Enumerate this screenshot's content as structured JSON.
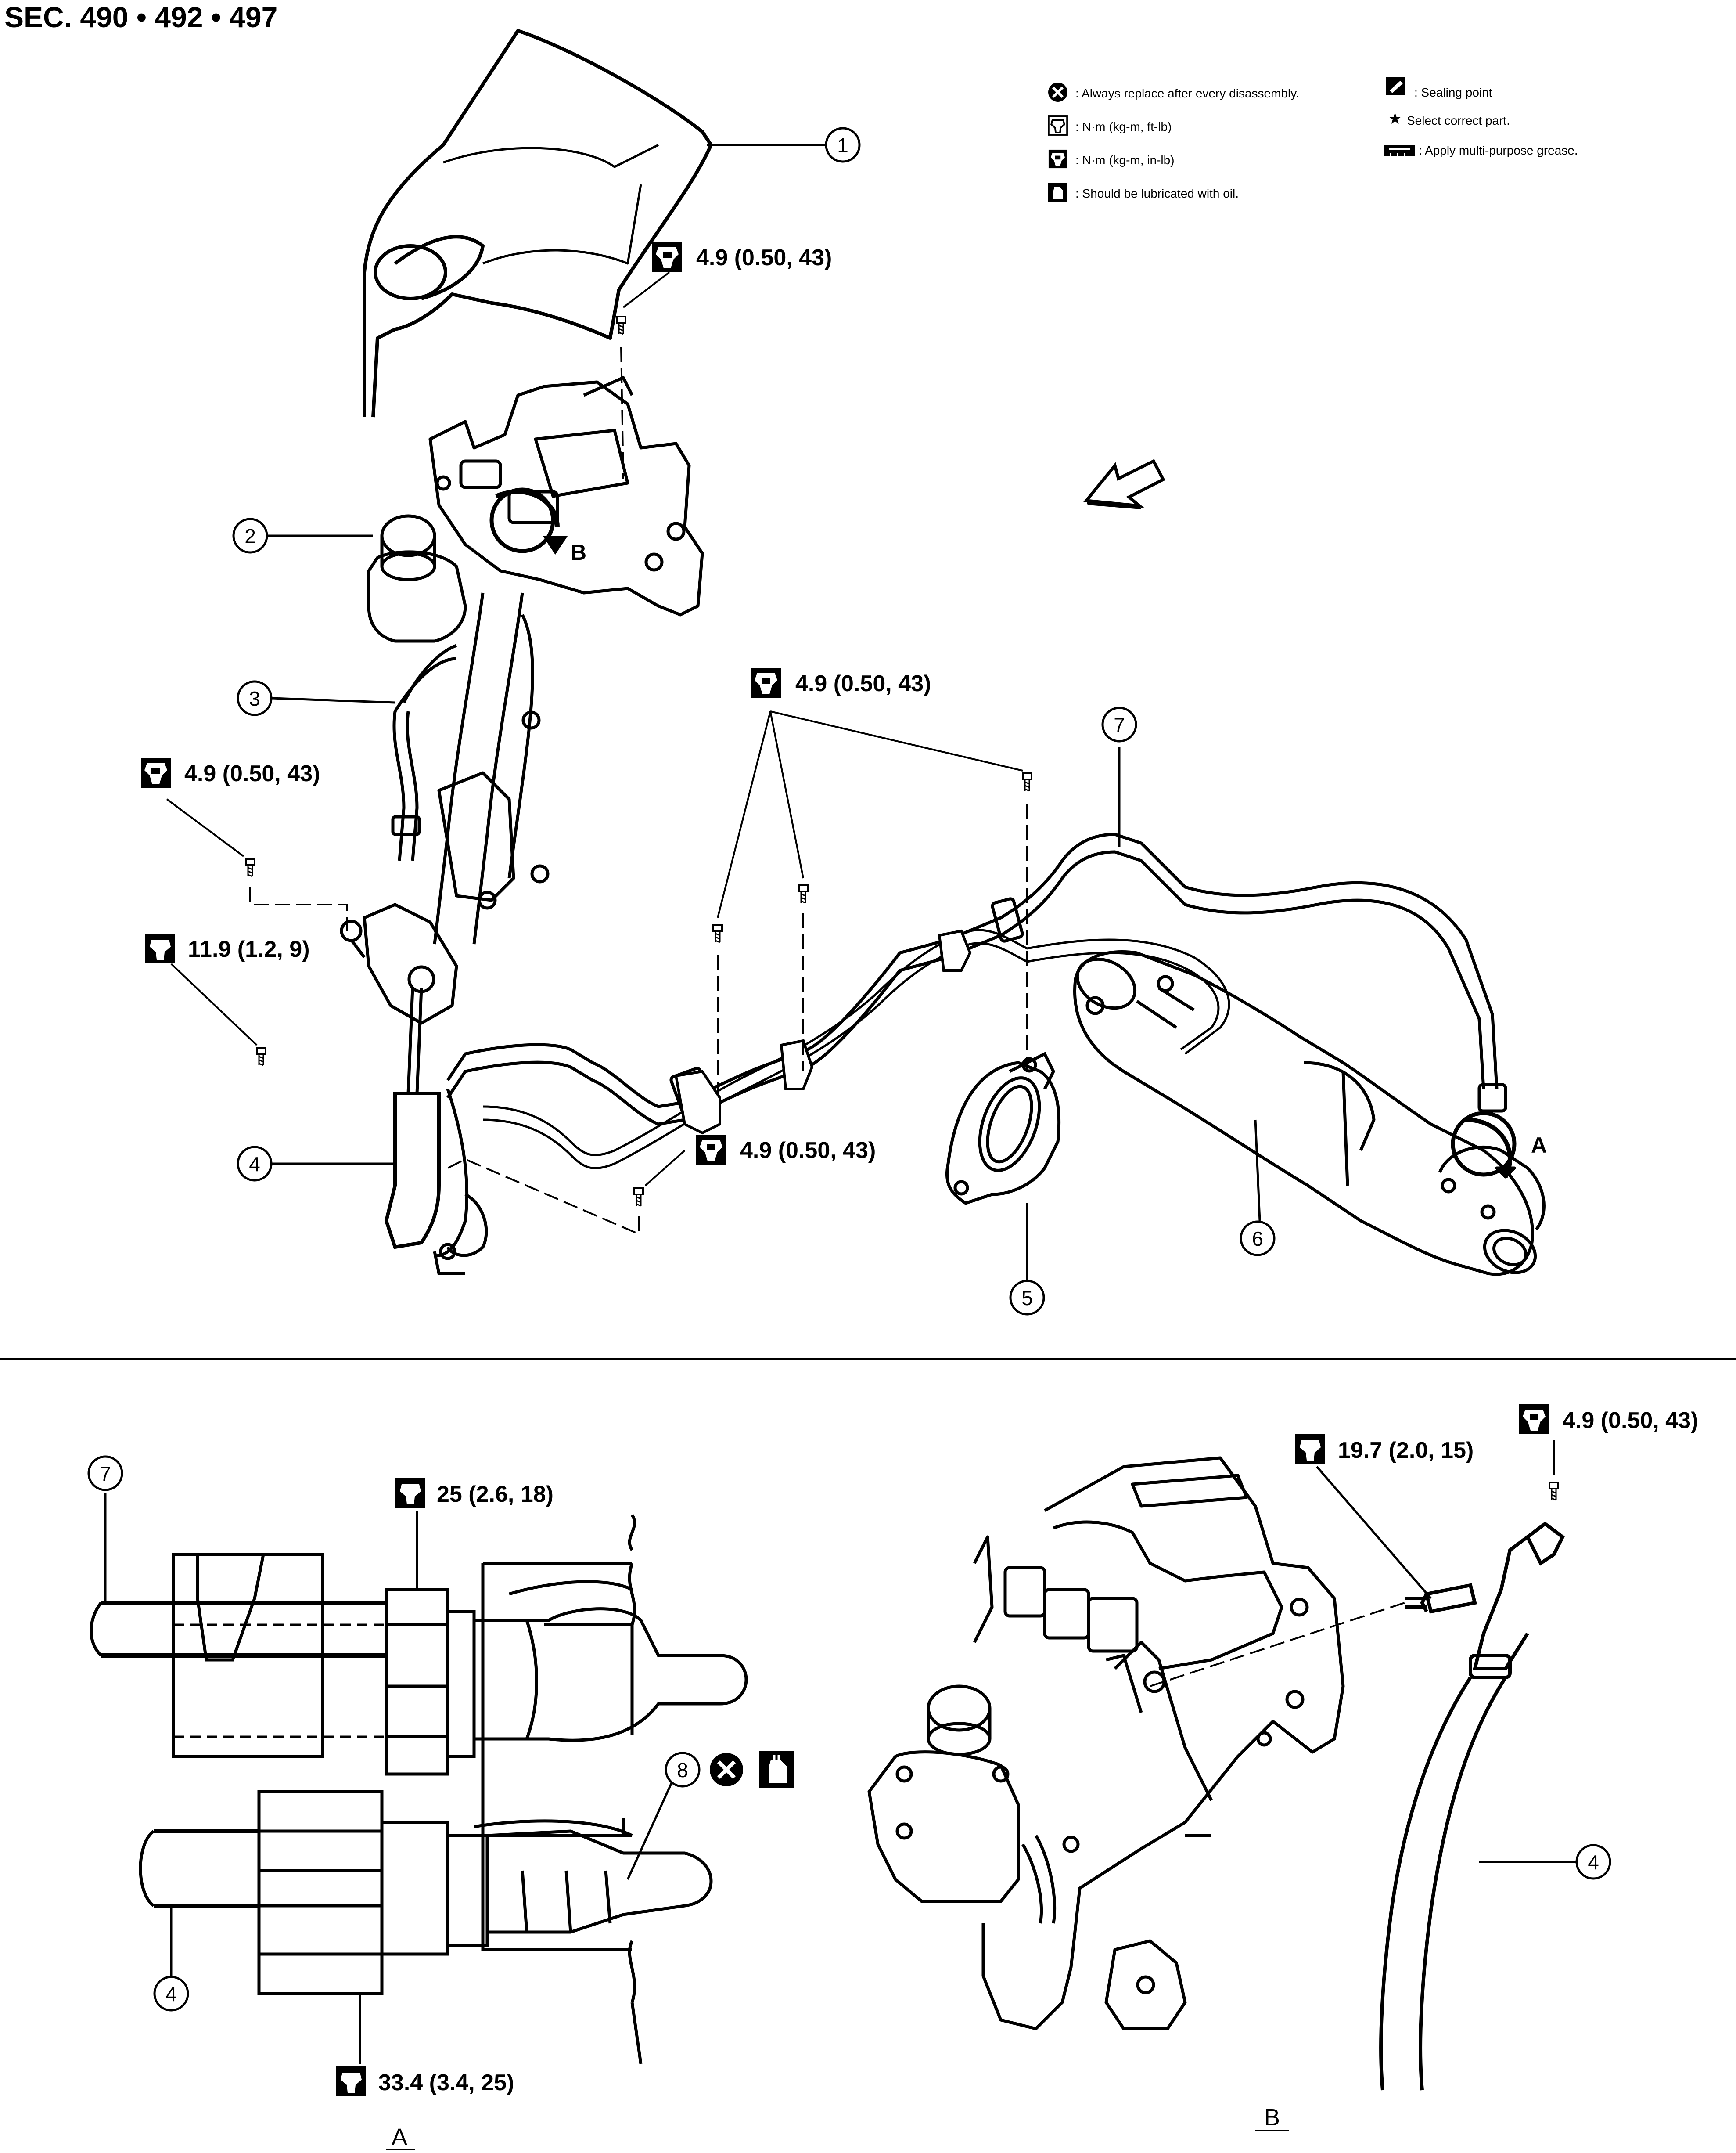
{
  "header": {
    "section": "SEC. 490 • 492 • 497"
  },
  "legend": {
    "replace": ": Always replace after every disassembly.",
    "nm_ftlb": ": N·m (kg-m, ft-lb)",
    "nm_inlb": ": N·m (kg-m, in-lb)",
    "lubricate": ": Should be lubricated with oil.",
    "sealing": ": Sealing point",
    "select": "Select correct part.",
    "grease": ": Apply multi-purpose grease."
  },
  "torques": {
    "t_cover": "4.9 (0.50, 43)",
    "t_mid": "4.9 (0.50, 43)",
    "t_left_upper": "4.9 (0.50, 43)",
    "t_left_lower": "11.9 (1.2, 9)",
    "t_lower_center": "4.9 (0.50, 43)",
    "t_A_top": "25 (2.6, 18)",
    "t_A_bottom": "33.4 (3.4, 25)",
    "t_B_flare": "19.7 (2.0, 15)",
    "t_B_bolt": "4.9 (0.50, 43)"
  },
  "callouts": {
    "c1": "1",
    "c2": "2",
    "c3": "3",
    "c4": "4",
    "c5": "5",
    "c6": "6",
    "c7": "7",
    "cA7": "7",
    "cA8": "8",
    "cA4": "4",
    "cB4": "4"
  },
  "view_labels": {
    "a_main": "A",
    "b_main": "B",
    "a_detail": "A",
    "b_detail": "B"
  },
  "icons": [
    "replace-icon",
    "torque-ftlb-icon",
    "torque-inlb-icon",
    "oil-can-icon",
    "sealing-icon",
    "star-icon",
    "grease-icon",
    "front-arrow-icon"
  ]
}
